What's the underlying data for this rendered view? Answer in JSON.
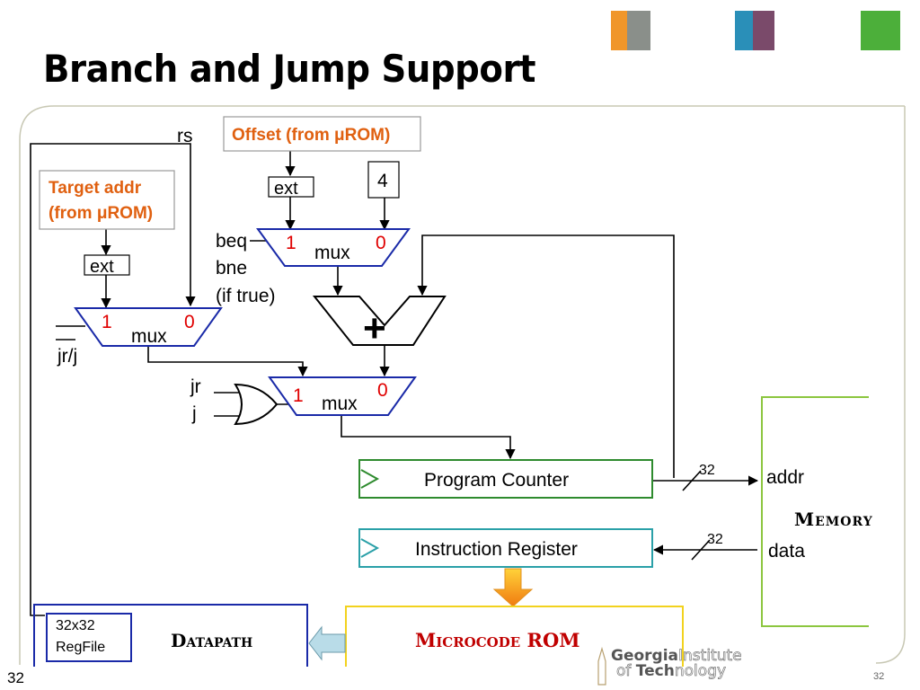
{
  "slide": {
    "title": "Branch and Jump Support",
    "page_number_left": "32",
    "page_number_right": "32"
  },
  "header_squares": [
    {
      "name": "orange-photo-square",
      "color": "#f0962a"
    },
    {
      "name": "blue-photo-square",
      "color": "#2a8fb8"
    },
    {
      "name": "green-square",
      "color": "#4caf3a"
    }
  ],
  "diagram": {
    "rs_label": "rs",
    "offset_label": "Offset (from μROM)",
    "target_line1": "Target addr",
    "target_line2": "(from μROM)",
    "ext_label": "ext",
    "const_four": "4",
    "mux_label": "mux",
    "in_one": "1",
    "in_zero": "0",
    "beq": "beq",
    "bne": "bne",
    "if_true": "(if true)",
    "jrj": "jr/j",
    "jr": "jr",
    "j": "j",
    "adder": "+",
    "pc": "Program Counter",
    "ir": "Instruction Register",
    "bus_width": "32",
    "addr": "addr",
    "data": "data",
    "memory": "Memory",
    "regfile_line1": "32x32",
    "regfile_line2": "RegFile",
    "datapath": "Datapath",
    "microcode": "Microcode ROM"
  },
  "logo": {
    "line1_bold": "Georgia",
    "line1_light": "Institute",
    "line2_light": "of ",
    "line2_bold": "Tech",
    "line2_rest": "nology"
  },
  "colors": {
    "orange_text": "#e06010",
    "mux_blue": "#1a2aa8",
    "red_digits": "#e00000",
    "pc_green": "#2e8b2e",
    "ir_teal": "#2aa0a8",
    "memory_green": "#8cc63f",
    "microcode_yellow": "#f2d21e",
    "microcode_red": "#c00000",
    "frame_gray": "#c8c8b4"
  }
}
